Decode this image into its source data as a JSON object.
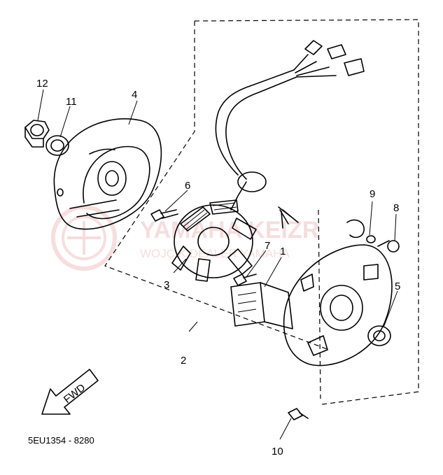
{
  "diagram": {
    "part_number_label": "5EU1354 - 8280",
    "direction_label": "FWD",
    "watermark": {
      "line1": "YAMAHA KEIZR",
      "line2": "WOJCIK DEALER YAMAHA"
    },
    "callouts": [
      {
        "id": "1",
        "part": "pickup-coil"
      },
      {
        "id": "2",
        "part": "stator-assembly"
      },
      {
        "id": "3",
        "part": "stator-coil"
      },
      {
        "id": "4",
        "part": "rotor-flywheel"
      },
      {
        "id": "5",
        "part": "oil-seal"
      },
      {
        "id": "6",
        "part": "bolt"
      },
      {
        "id": "7",
        "part": "screw"
      },
      {
        "id": "8",
        "part": "screw"
      },
      {
        "id": "9",
        "part": "clamp"
      },
      {
        "id": "10",
        "part": "bolt"
      },
      {
        "id": "11",
        "part": "washer"
      },
      {
        "id": "12",
        "part": "nut"
      }
    ]
  }
}
